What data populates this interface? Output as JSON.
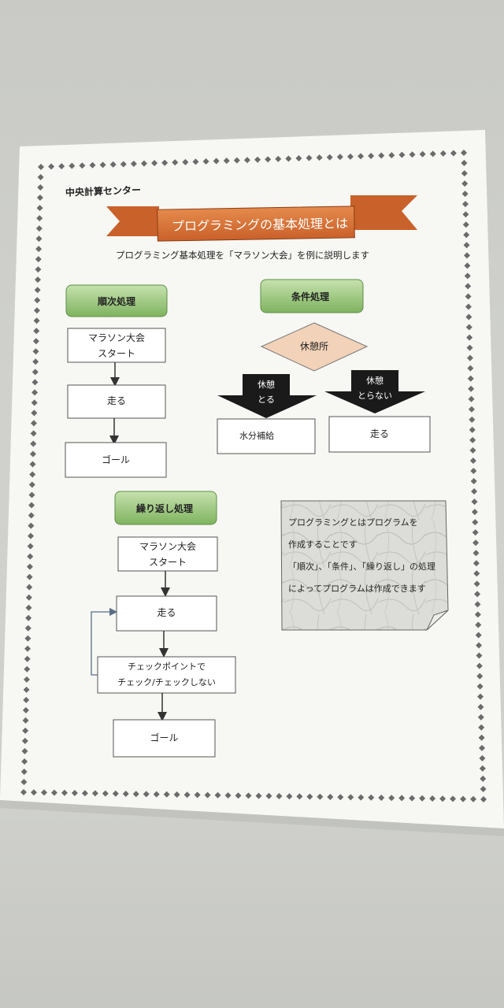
{
  "organization": "中央計算センター",
  "banner_title": "プログラミングの基本処理とは",
  "subtitle": "プログラミング基本処理を「マラソン大会」を例に説明します",
  "sequential": {
    "label": "順次処理",
    "steps": [
      [
        "マラソン大会",
        "スタート"
      ],
      [
        "走る"
      ],
      [
        "ゴール"
      ]
    ]
  },
  "conditional": {
    "label": "条件処理",
    "decision": "休憩所",
    "branch_yes": [
      "休憩",
      "とる"
    ],
    "branch_no": [
      "休憩",
      "とらない"
    ],
    "result_yes": "水分補給",
    "result_no": "走る"
  },
  "loop": {
    "label": "繰り返し処理",
    "steps": [
      [
        "マラソン大会",
        "スタート"
      ],
      [
        "走る"
      ],
      [
        "チェックポイントで",
        "チェック/チェックしない"
      ],
      [
        "ゴール"
      ]
    ]
  },
  "note": {
    "lines": [
      "プログラミングとはプログラムを",
      "作成することです",
      "「順次」、「条件」、「繰り返し」の処理",
      "によってプログラムは作成できます"
    ]
  },
  "colors": {
    "banner": "#d9743a",
    "banner_dark": "#a94f1d",
    "label_green": "#8fc16f",
    "label_green_dark": "#5e8f45",
    "dot": "#6b6b6b",
    "arrow_dark": "#1a1a1a",
    "diamond": "#f2d2b8"
  }
}
